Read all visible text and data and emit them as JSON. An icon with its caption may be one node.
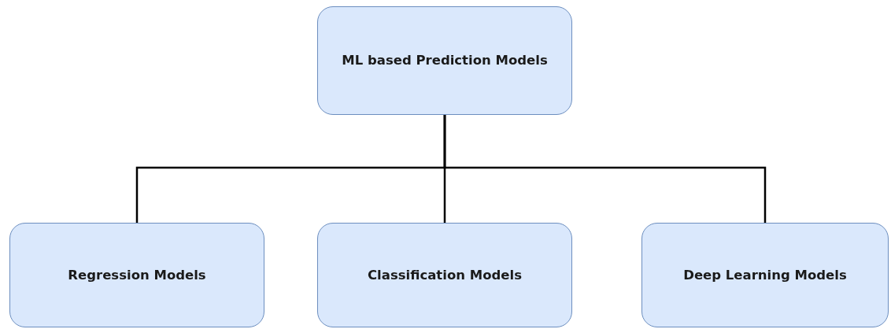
{
  "diagram": {
    "nodes": [
      {
        "text": [
          "ML based Prediction Models"
        ]
      },
      {
        "text": [
          "Regression Models"
        ]
      },
      {
        "text": [
          "Classification Models"
        ]
      },
      {
        "text": [
          "Deep Learning Models"
        ]
      }
    ],
    "edges": [
      {
        "from": 0,
        "to": 1,
        "arrow": "none"
      },
      {
        "from": 0,
        "to": 2,
        "arrow": "none"
      },
      {
        "from": 0,
        "to": 3,
        "arrow": "none"
      }
    ]
  }
}
